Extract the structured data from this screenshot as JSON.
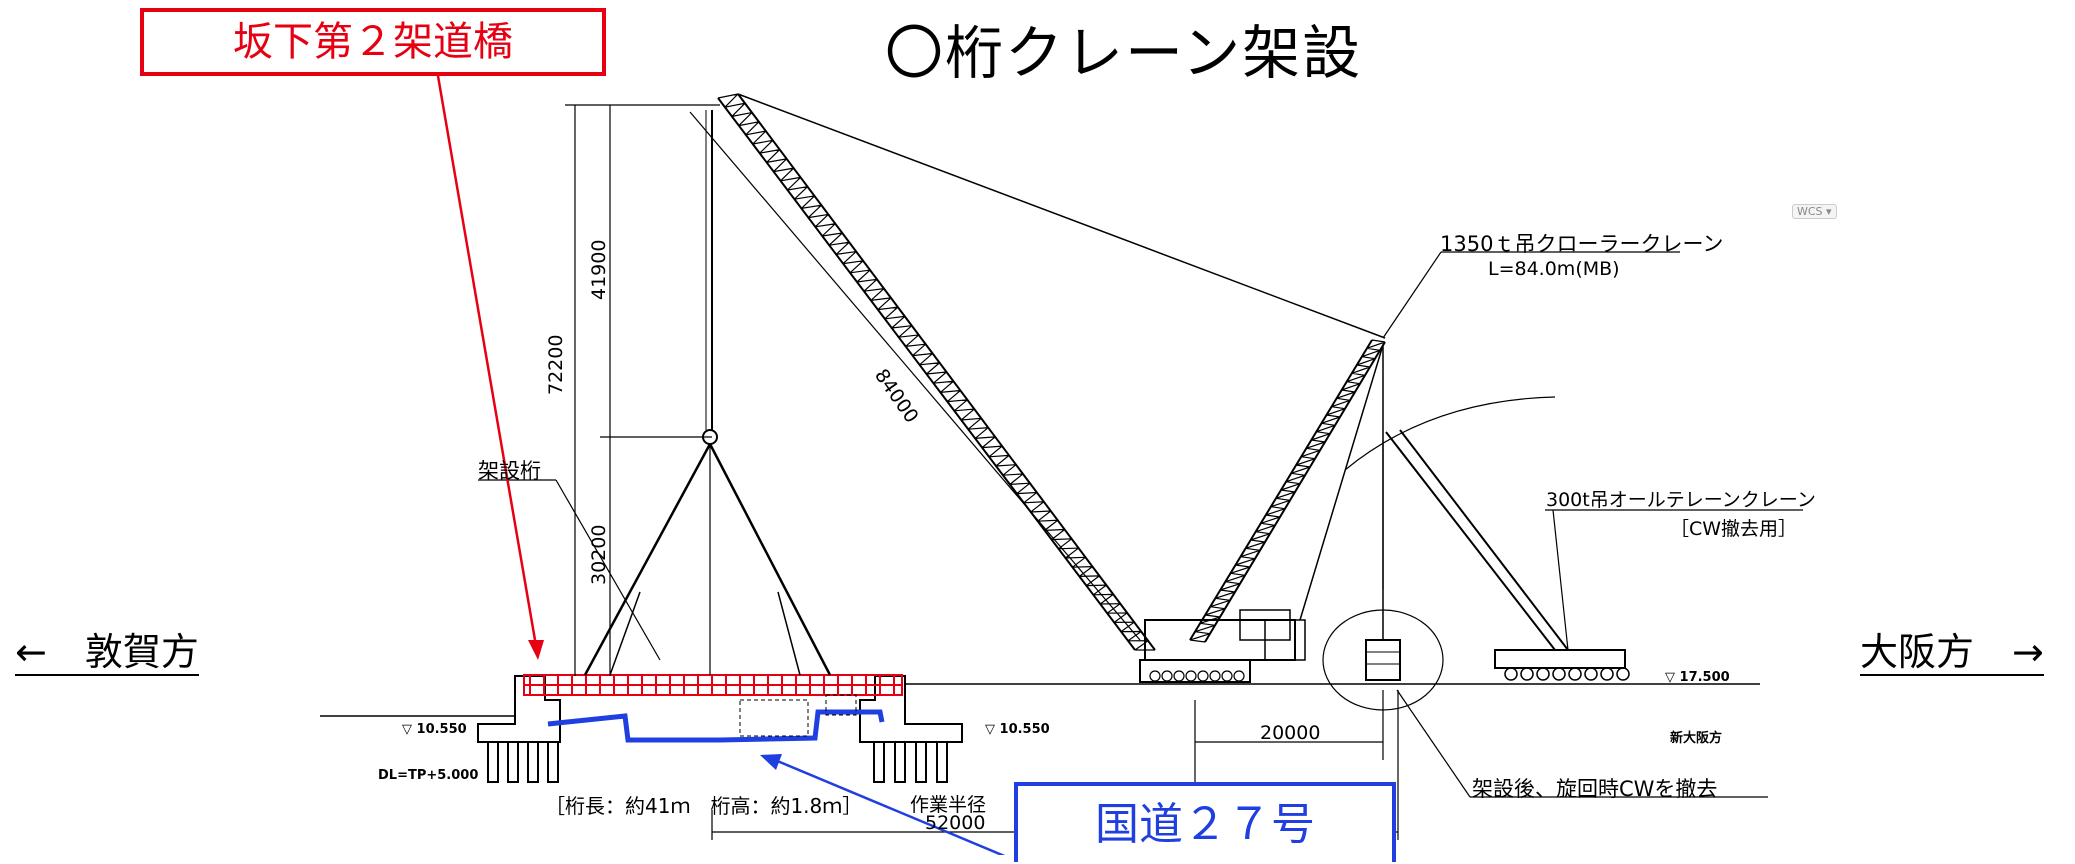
{
  "title": "〇桁クレーン架設",
  "callouts": {
    "bridge": "坂下第２架道橋",
    "road": "国道２７号"
  },
  "directions": {
    "left": "←　敦賀方",
    "right": "大阪方　→"
  },
  "labels": {
    "main_crane": "1350ｔ吊クローラークレーン",
    "main_crane_length": "L=84.0m(MB)",
    "sub_crane": "300t吊オールテレーンクレーン",
    "sub_crane_purpose": "［CW撤去用］",
    "girder": "架設桁",
    "girder_spec": "［桁長：約41ｍ　桁高：約1.8ｍ］",
    "work_radius": "作業半径",
    "cw_removal": "架設後、旋回時CWを撤去",
    "shin_osaka": "新大阪方",
    "datum": "DL=TP+5.000",
    "wcs": "WCS ▾"
  },
  "dimensions": {
    "total_height": "72200",
    "upper_height": "41900",
    "lower_height": "30200",
    "boom_length": "84000",
    "work_radius_value": "52000",
    "counterweight_distance": "20000"
  },
  "levels": {
    "left_abutment": "▽ 10.550",
    "right_abutment": "▽ 10.550",
    "crane_ground": "▽ 17.500"
  },
  "colors": {
    "red": "#e60012",
    "blue": "#1f3fe0",
    "line": "#000000"
  }
}
